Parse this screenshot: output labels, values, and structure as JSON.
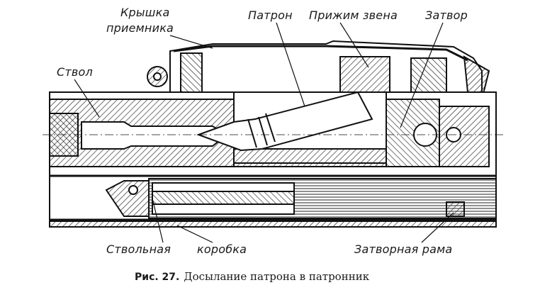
{
  "labels": {
    "receiver_cover_line1": "Крышка",
    "receiver_cover_line2": "приемника",
    "cartridge": "Патрон",
    "link_clamp": "Прижим звена",
    "bolt": "Затвор",
    "barrel": "Ствол",
    "receiver_line1": "Ствольная",
    "receiver_line2": "коробка",
    "bolt_carrier": "Затворная рама"
  },
  "caption": {
    "figure": "Рис. 27.",
    "text": "Досылание патрона в патронник"
  }
}
